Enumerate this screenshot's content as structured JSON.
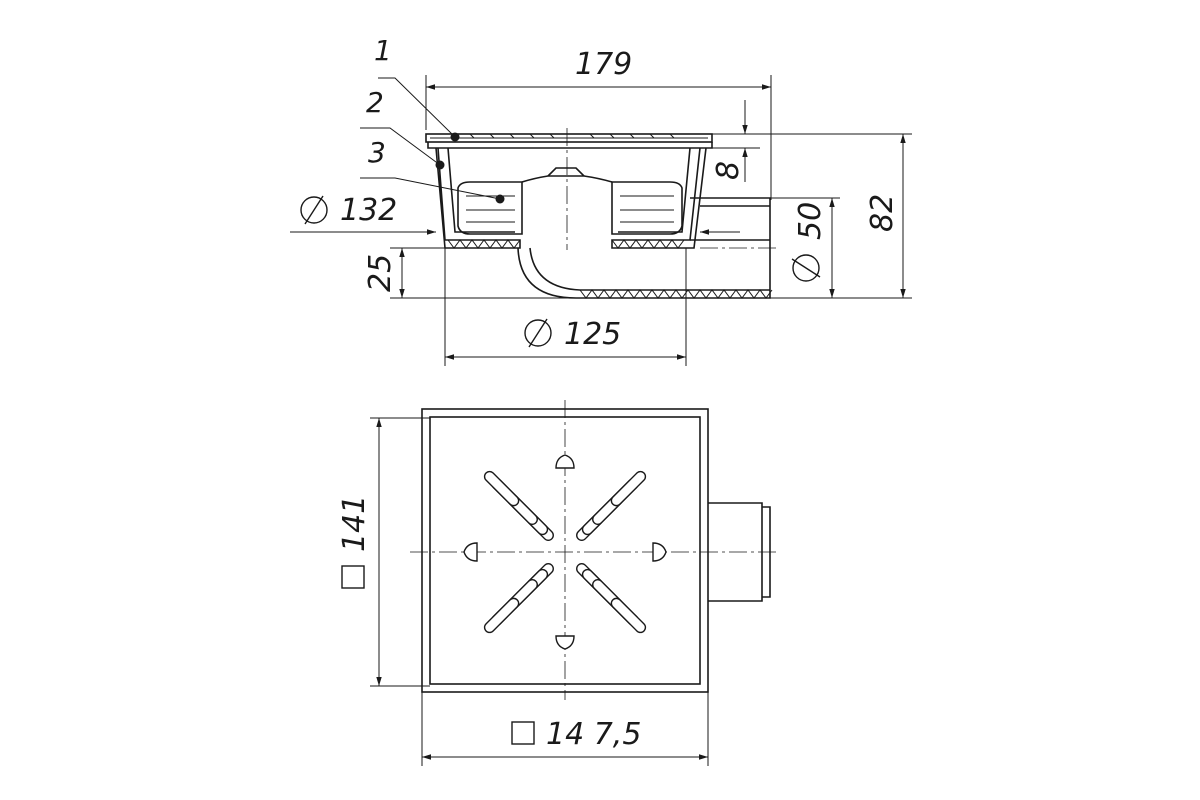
{
  "side_view": {
    "callouts": [
      "1",
      "2",
      "3"
    ],
    "dims": {
      "width_top": "179",
      "grate_thickness": "8",
      "body_diameter_symbol": "∅",
      "body_diameter": "132",
      "bottom_offset": "25",
      "outlet_diameter": "50",
      "total_height": "82",
      "base_diameter": "125"
    }
  },
  "top_view": {
    "dims": {
      "height_value": "141",
      "width_value": "14 7,5"
    }
  }
}
